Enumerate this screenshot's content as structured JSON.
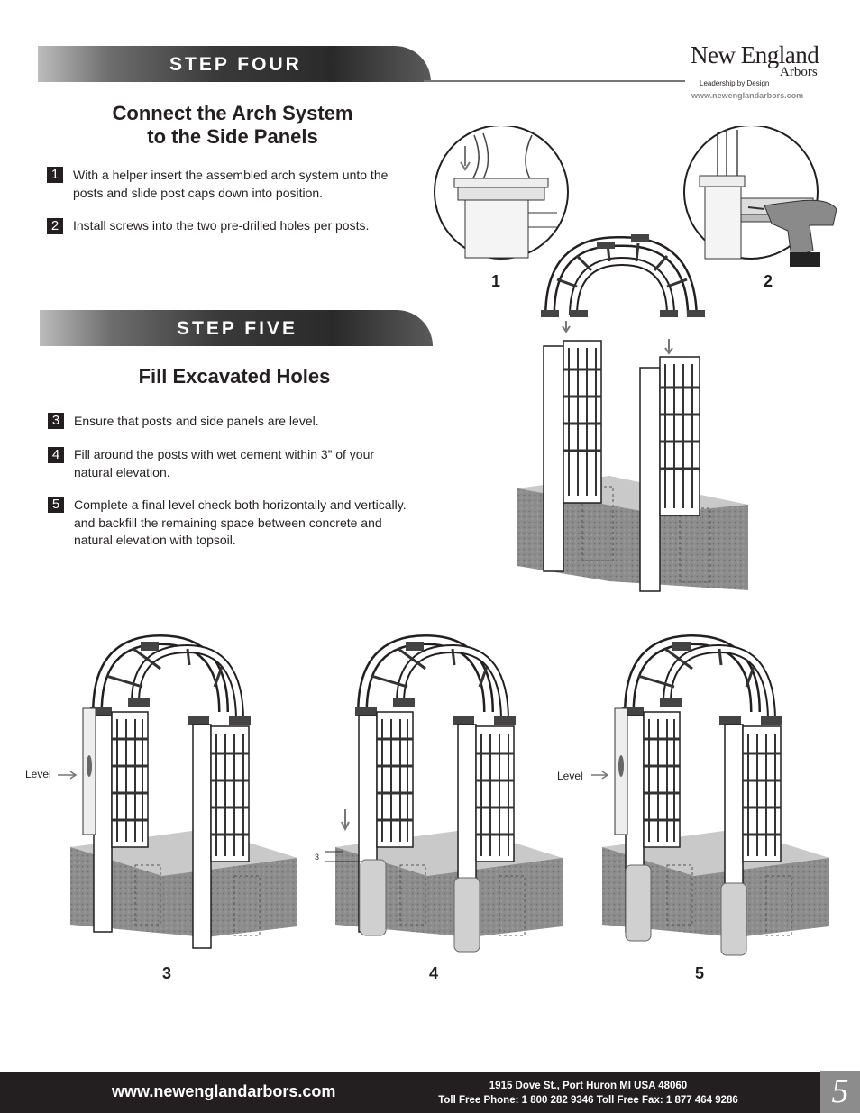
{
  "logo": {
    "name": "New England",
    "sub": "Arbors",
    "tagline": "Leadership by Design",
    "url": "www.newenglandarbors.com"
  },
  "step_four": {
    "banner": "STEP FOUR",
    "heading_line1": "Connect the Arch System",
    "heading_line2": "to the Side Panels",
    "items": [
      {
        "num": "1",
        "line1": "With a helper insert the assembled arch system unto the",
        "line2": "posts and slide post caps down into position."
      },
      {
        "num": "2",
        "line1": "Install screws into the two pre-drilled holes per posts."
      }
    ]
  },
  "step_five": {
    "banner": "STEP FIVE",
    "heading": "Fill Excavated Holes",
    "items": [
      {
        "num": "3",
        "line1": "Ensure that posts and side panels are level."
      },
      {
        "num": "4",
        "line1": "Fill around the posts with wet cement within 3” of your",
        "line2": "natural elevation."
      },
      {
        "num": "5",
        "line1": "Complete a final level check both horizontally and vertically.",
        "line2": "and backfill the remaining space between concrete and",
        "line3": "natural elevation with topsoil."
      }
    ]
  },
  "figures": {
    "fig1": "1",
    "fig2": "2",
    "fig3": "3",
    "fig4": "4",
    "fig5": "5",
    "level_label": "Level",
    "measure_label": "3"
  },
  "footer": {
    "url": "www.newenglandarbors.com",
    "address": "1915 Dove St., Port Huron MI  USA  48060",
    "phones": "Toll Free Phone:  1 800 282 9346  Toll Free Fax:  1 877 464 9286",
    "page": "5"
  }
}
